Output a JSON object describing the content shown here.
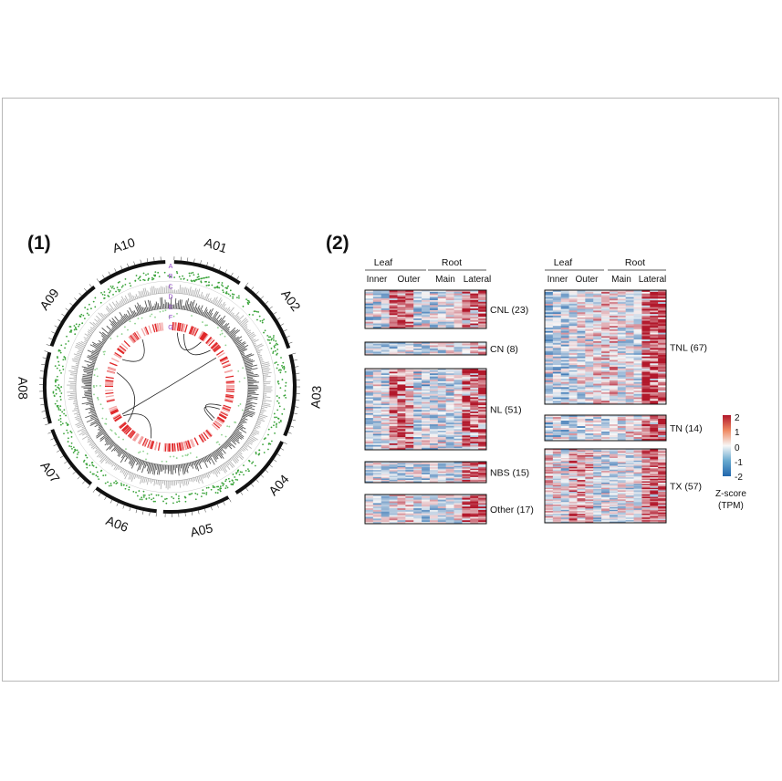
{
  "panel1": {
    "label": "(1)",
    "chromosomes": [
      "A01",
      "A02",
      "A03",
      "A04",
      "A05",
      "A06",
      "A07",
      "A08",
      "A09",
      "A10"
    ],
    "track_labels": [
      "A",
      "B",
      "C",
      "D",
      "E",
      "F",
      "G"
    ]
  },
  "panel2": {
    "label": "(2)",
    "left": {
      "header": {
        "leaf": "Leaf",
        "root": "Root",
        "inner": "Inner",
        "outer": "Outer",
        "main": "Main",
        "lateral": "Lateral"
      },
      "groups": [
        {
          "name": "CNL (23)",
          "rows": 23
        },
        {
          "name": "CN (8)",
          "rows": 8
        },
        {
          "name": "NL (51)",
          "rows": 51
        },
        {
          "name": "NBS (15)",
          "rows": 15
        },
        {
          "name": "Other (17)",
          "rows": 17
        }
      ]
    },
    "right": {
      "header": {
        "leaf": "Leaf",
        "root": "Root",
        "inner": "Inner",
        "outer": "Outer",
        "main": "Main",
        "lateral": "Lateral"
      },
      "groups": [
        {
          "name": "TNL (67)",
          "rows": 67
        },
        {
          "name": "TN (14)",
          "rows": 14
        },
        {
          "name": "TX (57)",
          "rows": 57
        }
      ]
    },
    "legend": {
      "ticks": [
        "2",
        "1",
        "0",
        "-1",
        "-2"
      ],
      "title_line1": "Z-score",
      "title_line2": "(TPM)",
      "min": -2,
      "max": 2,
      "colors": {
        "low": "#2b6fb3",
        "mid": "#f7f7f7",
        "high": "#c0151b"
      }
    }
  }
}
